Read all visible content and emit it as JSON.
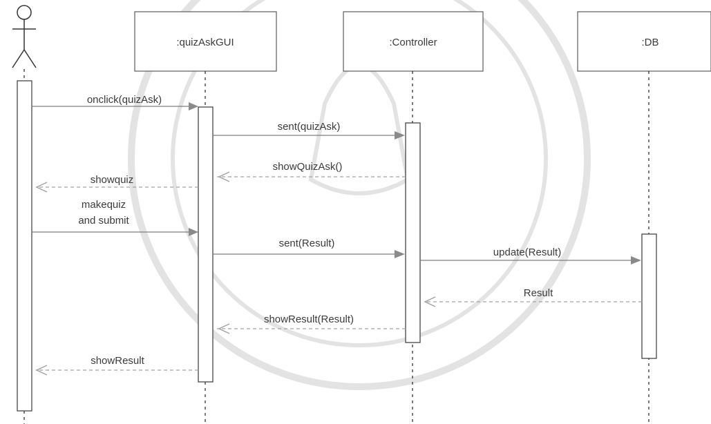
{
  "lifelines": {
    "quiz_gui": ":quizAskGUI",
    "controller": ":Controller",
    "db": ":DB"
  },
  "messages": {
    "onclick": "onclick(quizAsk)",
    "sent_quiz": "sent(quizAsk)",
    "show_quiz_ask": "showQuizAsk()",
    "showquiz": "showquiz",
    "makequiz_line1": "makequiz",
    "makequiz_line2": "and submit",
    "sent_result": "sent(Result)",
    "update_result": "update(Result)",
    "result_return": "Result",
    "show_result_result": "showResult(Result)",
    "show_result": "showResult"
  },
  "colors": {
    "line": "#333333",
    "message": "#7d7d7d",
    "return": "#a2a2a2",
    "watermark": "#e3e3e3"
  }
}
